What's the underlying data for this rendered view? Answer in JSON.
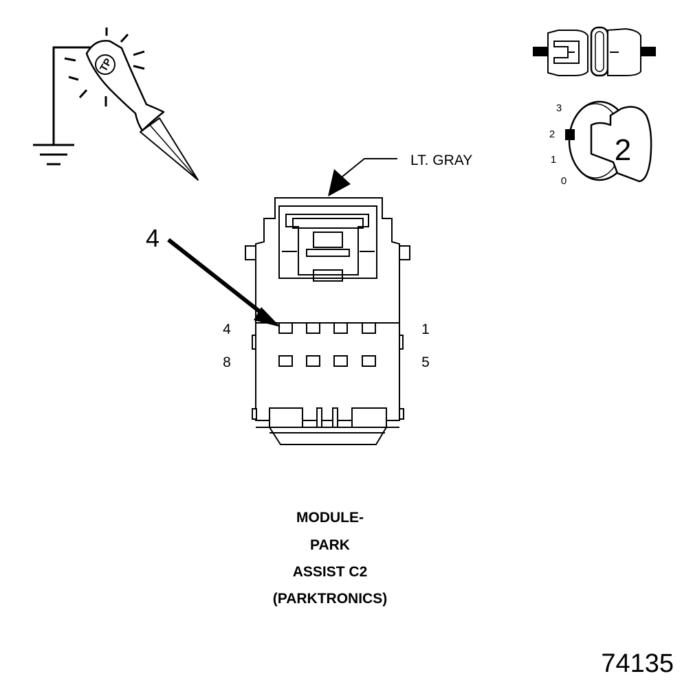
{
  "connector": {
    "wire_color_label": "LT. GRAY",
    "callout_pin": "4",
    "row1_left_label": "4",
    "row1_right_label": "1",
    "row2_left_label": "8",
    "row2_right_label": "5"
  },
  "ignition_key": {
    "positions": [
      "3",
      "2",
      "1",
      "0"
    ],
    "key_position_number": "2"
  },
  "caption": {
    "line1": "MODULE-",
    "line2": "PARK",
    "line3": "ASSIST C2",
    "line4": "(PARKTRONICS)"
  },
  "figure_number": "74135",
  "probe_logo_text": "TP",
  "icons": [
    "ground-icon",
    "test-probe-icon",
    "connector-disconnected-icon",
    "ignition-key-icon"
  ]
}
